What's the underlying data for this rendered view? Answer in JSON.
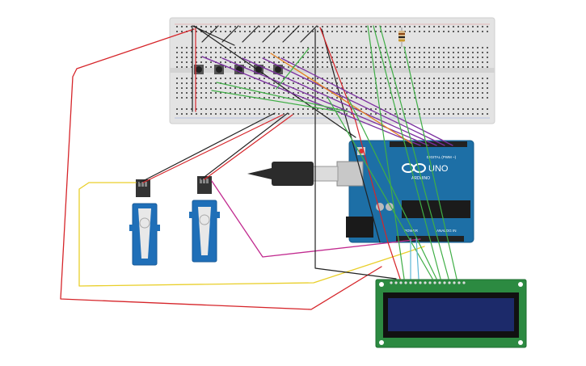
{
  "arduino": {
    "brand": "ARDUINO",
    "model": "UNO",
    "digital_label": "DIGITAL (PWM ~)",
    "power_label": "POWER",
    "analog_label": "ANALOG IN",
    "board_color": "#1d6fa6"
  },
  "lcd": {
    "board_color": "#2c8a41",
    "screen_color": "#1c2a6a"
  },
  "breadboard": {
    "color": "#e3e3e3",
    "buttons": 5
  },
  "servos": {
    "count": 2,
    "color": "#1f6fb8"
  },
  "wire_colors": {
    "red": "#d6252a",
    "black": "#222222",
    "yellow": "#e9cf2a",
    "green": "#3fae46",
    "purple": "#7b2fa0",
    "orange": "#e5801f",
    "magenta": "#c12a8f",
    "cyan": "#5bb6d6"
  }
}
